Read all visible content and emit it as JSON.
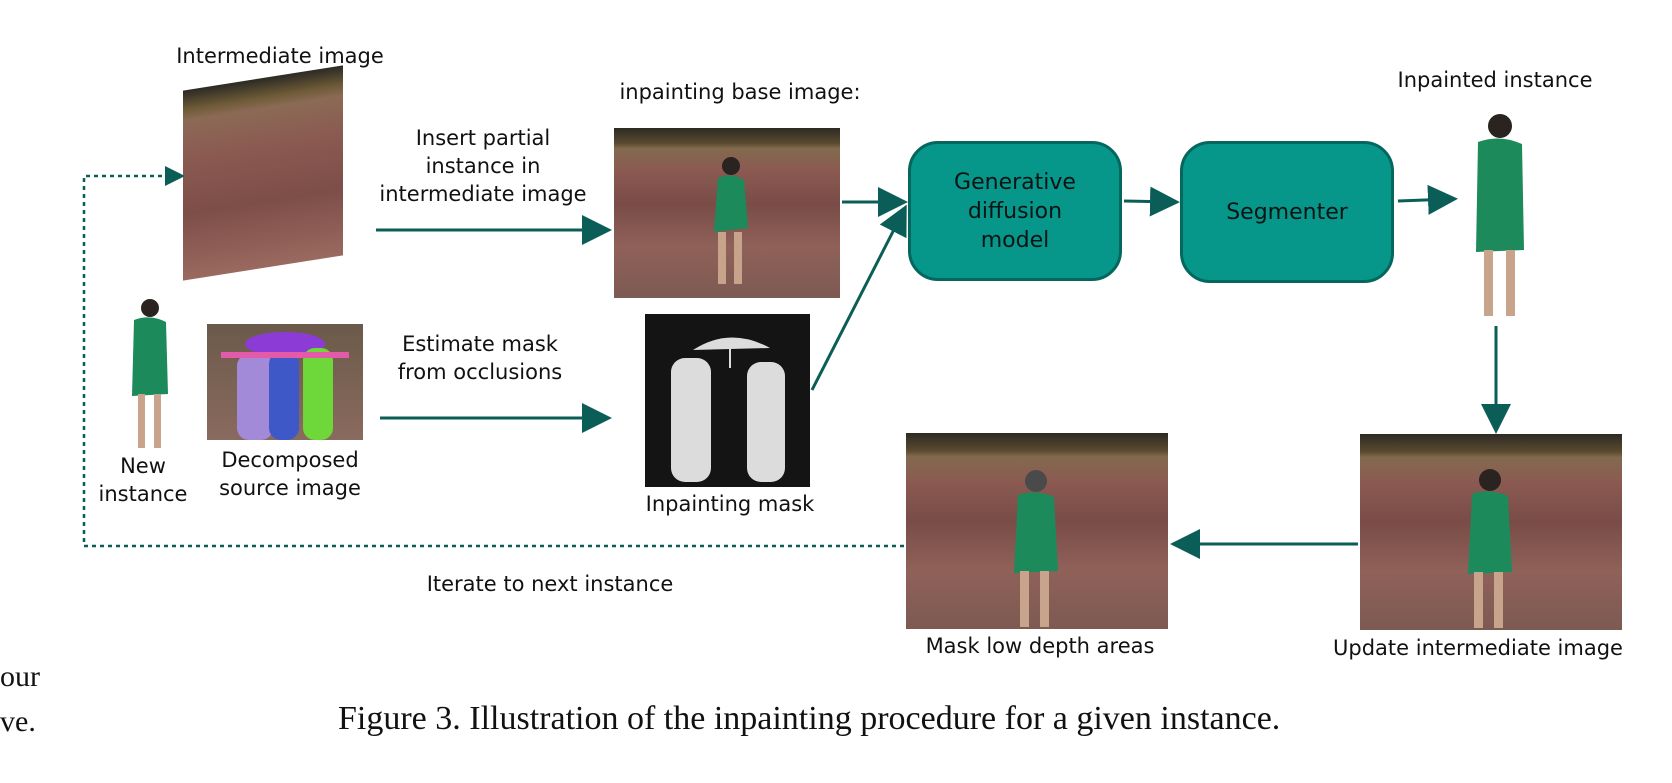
{
  "labels": {
    "intermediate_image": "Intermediate image",
    "insert_partial": "Insert partial\ninstance in\nintermediate  image",
    "inpainting_base": "inpainting base image:",
    "inpainted_instance": "Inpainted instance",
    "new_instance": "New\ninstance",
    "decomposed_source": "Decomposed\nsource image",
    "estimate_mask": "Estimate mask\nfrom occlusions",
    "inpainting_mask": "Inpainting mask",
    "iterate_next": "Iterate to next instance",
    "mask_low_depth": "Mask low depth areas",
    "update_intermediate": "Update intermediate image"
  },
  "boxes": {
    "generative": "Generative\ndiffusion\nmodel",
    "segmenter": "Segmenter"
  },
  "caption": "Figure 3. Illustration of the inpainting procedure for a given instance.",
  "edge_text": {
    "line1": "our",
    "line2": "ve."
  },
  "colors": {
    "arrow": "#0b5e57",
    "box_fill": "#06968a",
    "box_border": "#04675e",
    "figure_dress": "#1c8a5a"
  }
}
